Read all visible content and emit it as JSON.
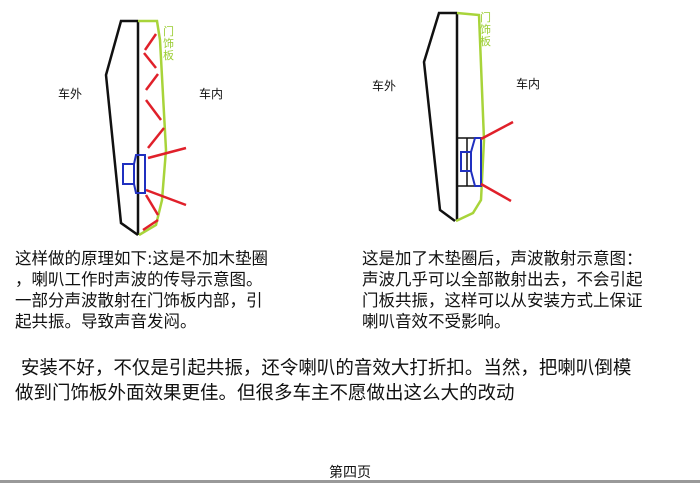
{
  "diagram_left": {
    "outside_label": "车外",
    "inside_label": "车内",
    "panel_label": "门饰板"
  },
  "diagram_right": {
    "outside_label": "车外",
    "inside_label": "车内",
    "panel_label": "门饰板"
  },
  "caption_left": [
    "这样做的原理如下:这是不加木垫圈",
    "，喇叭工作时声波的传导示意图。",
    "一部分声波散射在门饰板内部，引",
    "起共振。导致声音发闷。"
  ],
  "caption_right": [
    "这是加了木垫圈后，声波散射示意图：",
    "声波几乎可以全部散射出去，不会引起",
    "门板共振，这样可以从安装方式上保证",
    "喇叭音效不受影响。"
  ],
  "summary": [
    " 安装不好，不仅是引起共振，还令喇叭的音效大打折扣。当然，把喇叭倒模",
    "做到门饰板外面效果更佳。但很多车主不愿做出这么大的改动"
  ],
  "footer": "第四页",
  "colors": {
    "panel": "#a8d43a",
    "wave": "#e0202a",
    "speaker": "#2030c0",
    "door": "#111111"
  }
}
